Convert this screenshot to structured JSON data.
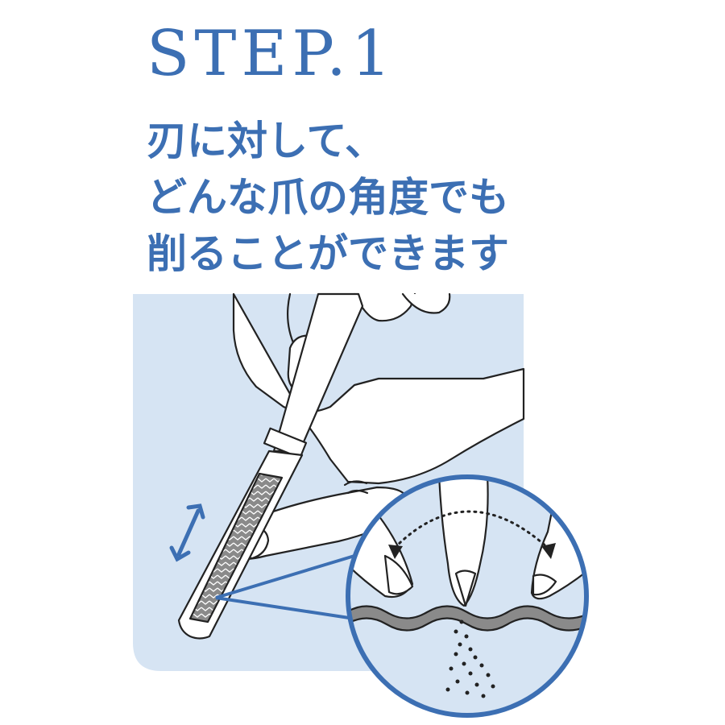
{
  "heading": {
    "step_label": "STEP.1"
  },
  "description": {
    "lines": [
      "刃に対して、",
      "どんな爪の角度でも",
      "削ることができます"
    ]
  },
  "colors": {
    "accent_blue": "#3c6fb3",
    "panel_blue": "#d6e4f3",
    "line_dark": "#222222",
    "file_gray": "#8a8a8a",
    "white": "#ffffff"
  },
  "icons": {
    "motion_arrow": "double-arrow-icon",
    "angle_arrow": "dotted-arc-arrow-icon"
  }
}
